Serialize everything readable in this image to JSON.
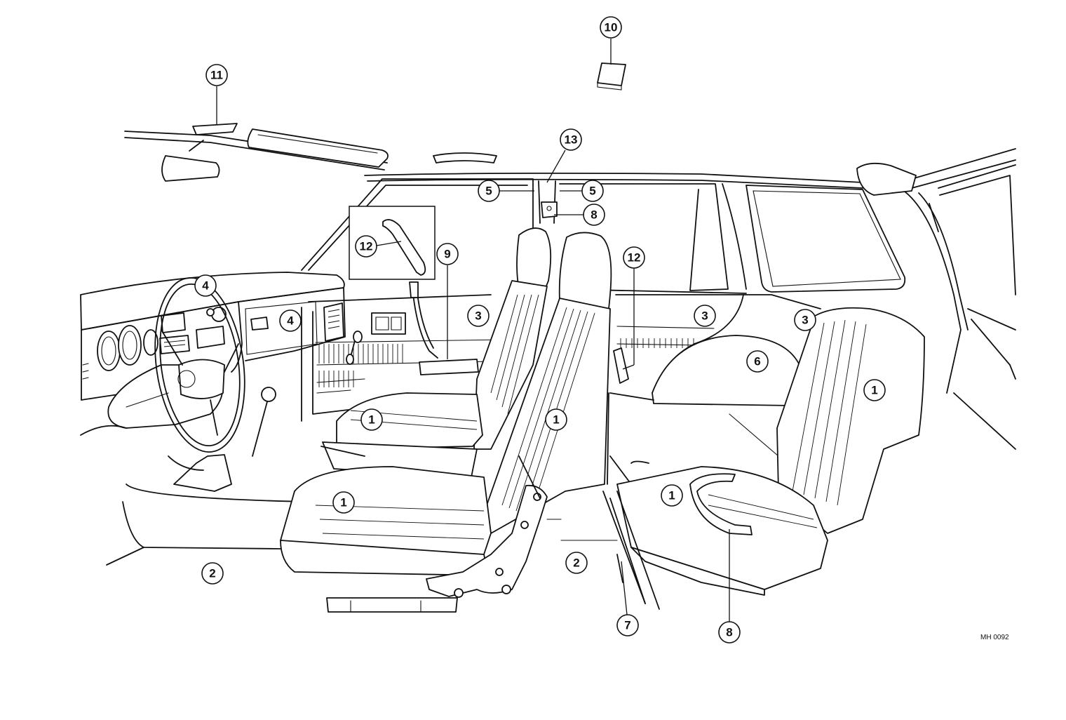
{
  "diagram_code": "MH 0092",
  "callouts": [
    "11",
    "10",
    "13",
    "5",
    "5",
    "8",
    "12",
    "9",
    "4",
    "4",
    "3",
    "3",
    "3",
    "12",
    "6",
    "1",
    "1",
    "1",
    "1",
    "1",
    "2",
    "2",
    "7",
    "8"
  ]
}
